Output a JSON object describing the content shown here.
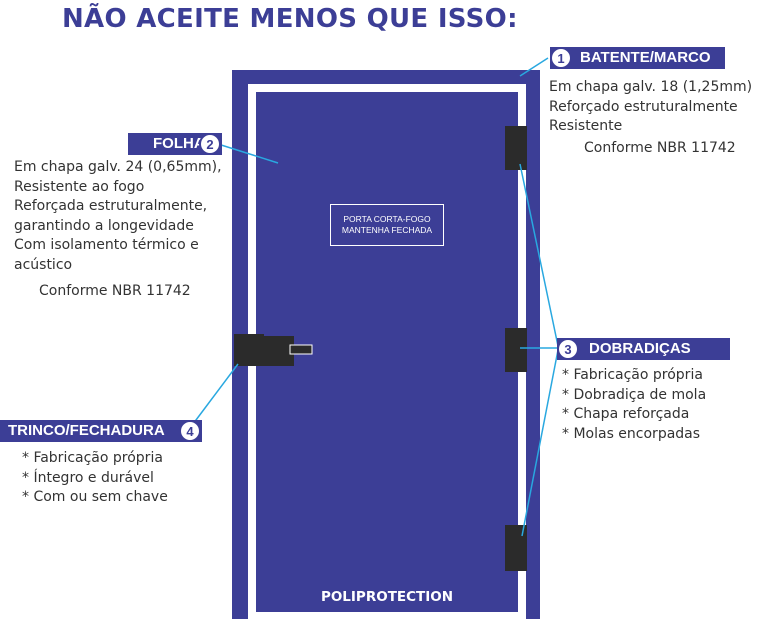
{
  "heading": "NÃO ACEITE MENOS QUE ISSO:",
  "door": {
    "sign_line1": "PORTA CORTA-FOGO",
    "sign_line2": "MANTENHA FECHADA",
    "brand": "POLIPROTECTION"
  },
  "callouts": {
    "batente": {
      "number": "1",
      "title": "BATENTE/MARCO",
      "lines": [
        "Em chapa galv. 18 (1,25mm)",
        "Reforçado estruturalmente",
        "Resistente"
      ],
      "norm": "Conforme NBR 11742"
    },
    "folha": {
      "number": "2",
      "title": "FOLHA",
      "lines": [
        "Em chapa galv. 24 (0,65mm),",
        "Resistente ao fogo",
        "Reforçada estruturalmente,",
        "garantindo a longevidade",
        "Com isolamento térmico e",
        "acústico"
      ],
      "norm": "Conforme NBR 11742"
    },
    "dobradicas": {
      "number": "3",
      "title": "DOBRADIÇAS",
      "lines": [
        "* Fabricação própria",
        "* Dobradiça de mola",
        "* Chapa reforçada",
        "* Molas encorpadas"
      ]
    },
    "trinco": {
      "number": "4",
      "title": "TRINCO/FECHADURA",
      "lines": [
        "* Fabricação própria",
        "* Íntegro e durável",
        "* Com ou sem chave"
      ]
    }
  },
  "colors": {
    "door_blue": "#3c3e96",
    "hardware": "#2b2b2b",
    "leader_line": "#29a8e0"
  }
}
